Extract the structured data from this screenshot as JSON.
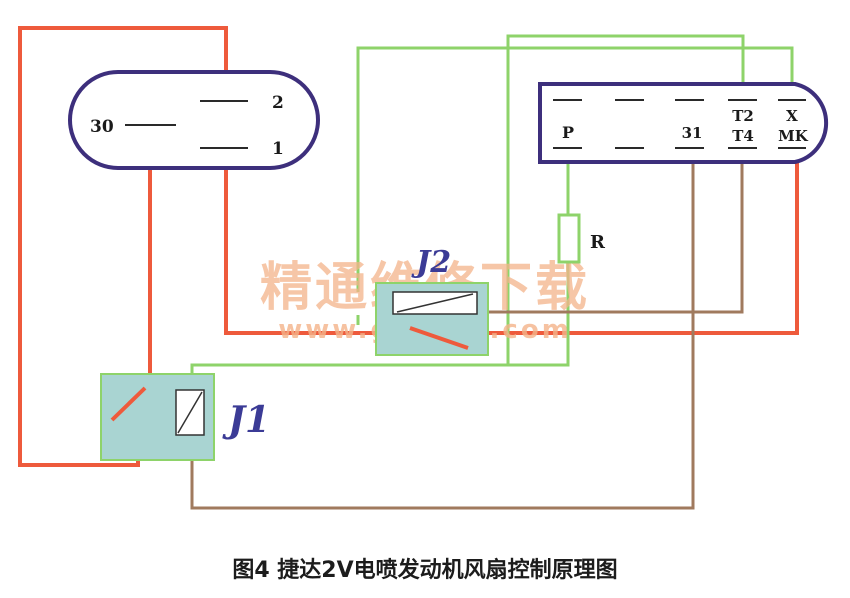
{
  "diagram": {
    "switch": {
      "terminals": {
        "t30": "30",
        "t2": "2",
        "t1": "1"
      }
    },
    "ecu": {
      "top_row": {
        "t2": "T2",
        "x": "X"
      },
      "bottom_row": {
        "p": "P",
        "s31": "31",
        "t4": "T4",
        "mk": "MK"
      }
    },
    "resistor_label": "R",
    "relay_j1": "J1",
    "relay_j2": "J2"
  },
  "watermark": {
    "text": "精通维修下载",
    "url": "www.gzweix.com"
  },
  "caption": "图4 捷达2V电喷发动机风扇控制原理图",
  "colors": {
    "wire_red": "#ee5a3c",
    "wire_green": "#8ed36a",
    "wire_brown": "#a07a5e",
    "relay_fill": "#a9d4d2",
    "connector_stroke": "#3d2f7c",
    "relay_text": "#3b3b96",
    "watermark": "#f4b48a"
  }
}
